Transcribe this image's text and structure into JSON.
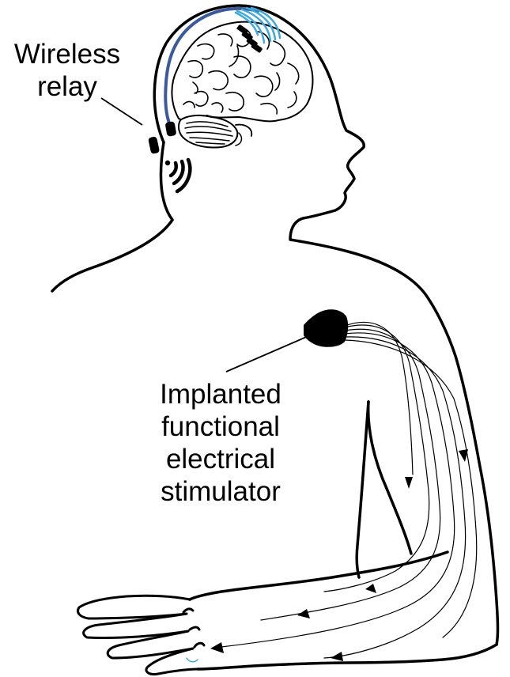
{
  "labels": {
    "wireless_relay": [
      "Wireless",
      "relay"
    ],
    "stimulator": [
      "Implanted",
      "functional",
      "electrical",
      "stimulator"
    ]
  },
  "colors": {
    "outline": "#000000",
    "lead_dark": "#3a5a9c",
    "lead_light": "#3fa9dd",
    "background": "#ffffff"
  },
  "icons": [
    "brain",
    "cerebellum",
    "electrode-array",
    "wireless-relay-device",
    "wireless-signal",
    "stimulator-device",
    "nerve-arrows"
  ]
}
